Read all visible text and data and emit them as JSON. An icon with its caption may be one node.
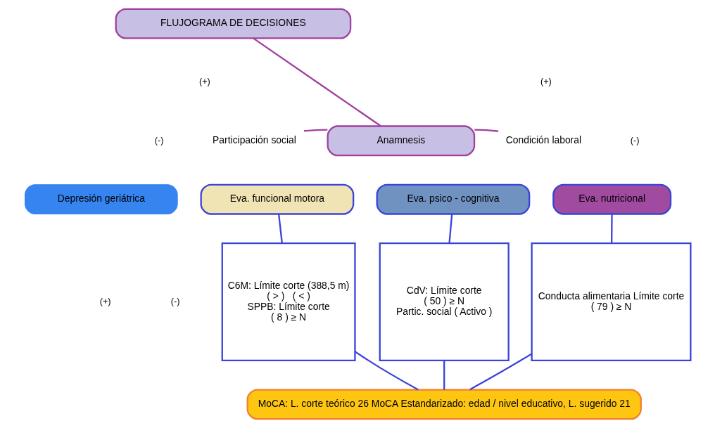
{
  "diagram": {
    "nodes": [
      {
        "text": [
          "FLUJOGRAMA DE DECISIONES"
        ]
      },
      {
        "text": [
          "Anamnesis"
        ]
      },
      {
        "text": [
          "Participación social"
        ]
      },
      {
        "text": [
          "Condición laboral"
        ]
      },
      {
        "text": [
          "Depresión geriátrica"
        ]
      },
      {
        "text": [
          "Eva. funcional motora"
        ]
      },
      {
        "text": [
          "Eva. psico - cognitiva"
        ]
      },
      {
        "text": [
          "Eva. nutricional"
        ]
      },
      {
        "text": [
          "C6M: Límite corte (388,5 m)",
          "( > )   ( < )",
          "SPPB: Límite corte",
          "( 8 ) ≥ N"
        ]
      },
      {
        "text": [
          "CdV: Límite corte",
          "( 50 ) ≥ N",
          "Partic. social ( Activo )"
        ]
      },
      {
        "text": [
          "Conducta alimentaria Límite corte",
          "( 79 ) ≥ N"
        ]
      },
      {
        "text": [
          "MoCA: L. corte teórico 26 MoCA Estandarizado: edad / nivel educativo, L. sugerido 21"
        ]
      }
    ],
    "edges": [
      {
        "from": 0,
        "to": 1,
        "arrow": "none",
        "color": "#a040a0"
      },
      {
        "from": 1,
        "to": 2,
        "arrow": "none",
        "color": "#a040a0"
      },
      {
        "from": 1,
        "to": 3,
        "arrow": "none",
        "color": "#a040a0"
      },
      {
        "from": 5,
        "to": 8,
        "arrow": "none"
      },
      {
        "from": 6,
        "to": 9,
        "arrow": "none"
      },
      {
        "from": 7,
        "to": 10,
        "arrow": "none"
      },
      {
        "from": 8,
        "to": 11,
        "arrow": "none"
      },
      {
        "from": 9,
        "to": 11,
        "arrow": "none"
      },
      {
        "from": 10,
        "to": 11,
        "arrow": "none"
      }
    ],
    "labels": [
      "(+)",
      "(+)",
      "(-)",
      "(-)",
      "(+)",
      "(-)"
    ]
  }
}
